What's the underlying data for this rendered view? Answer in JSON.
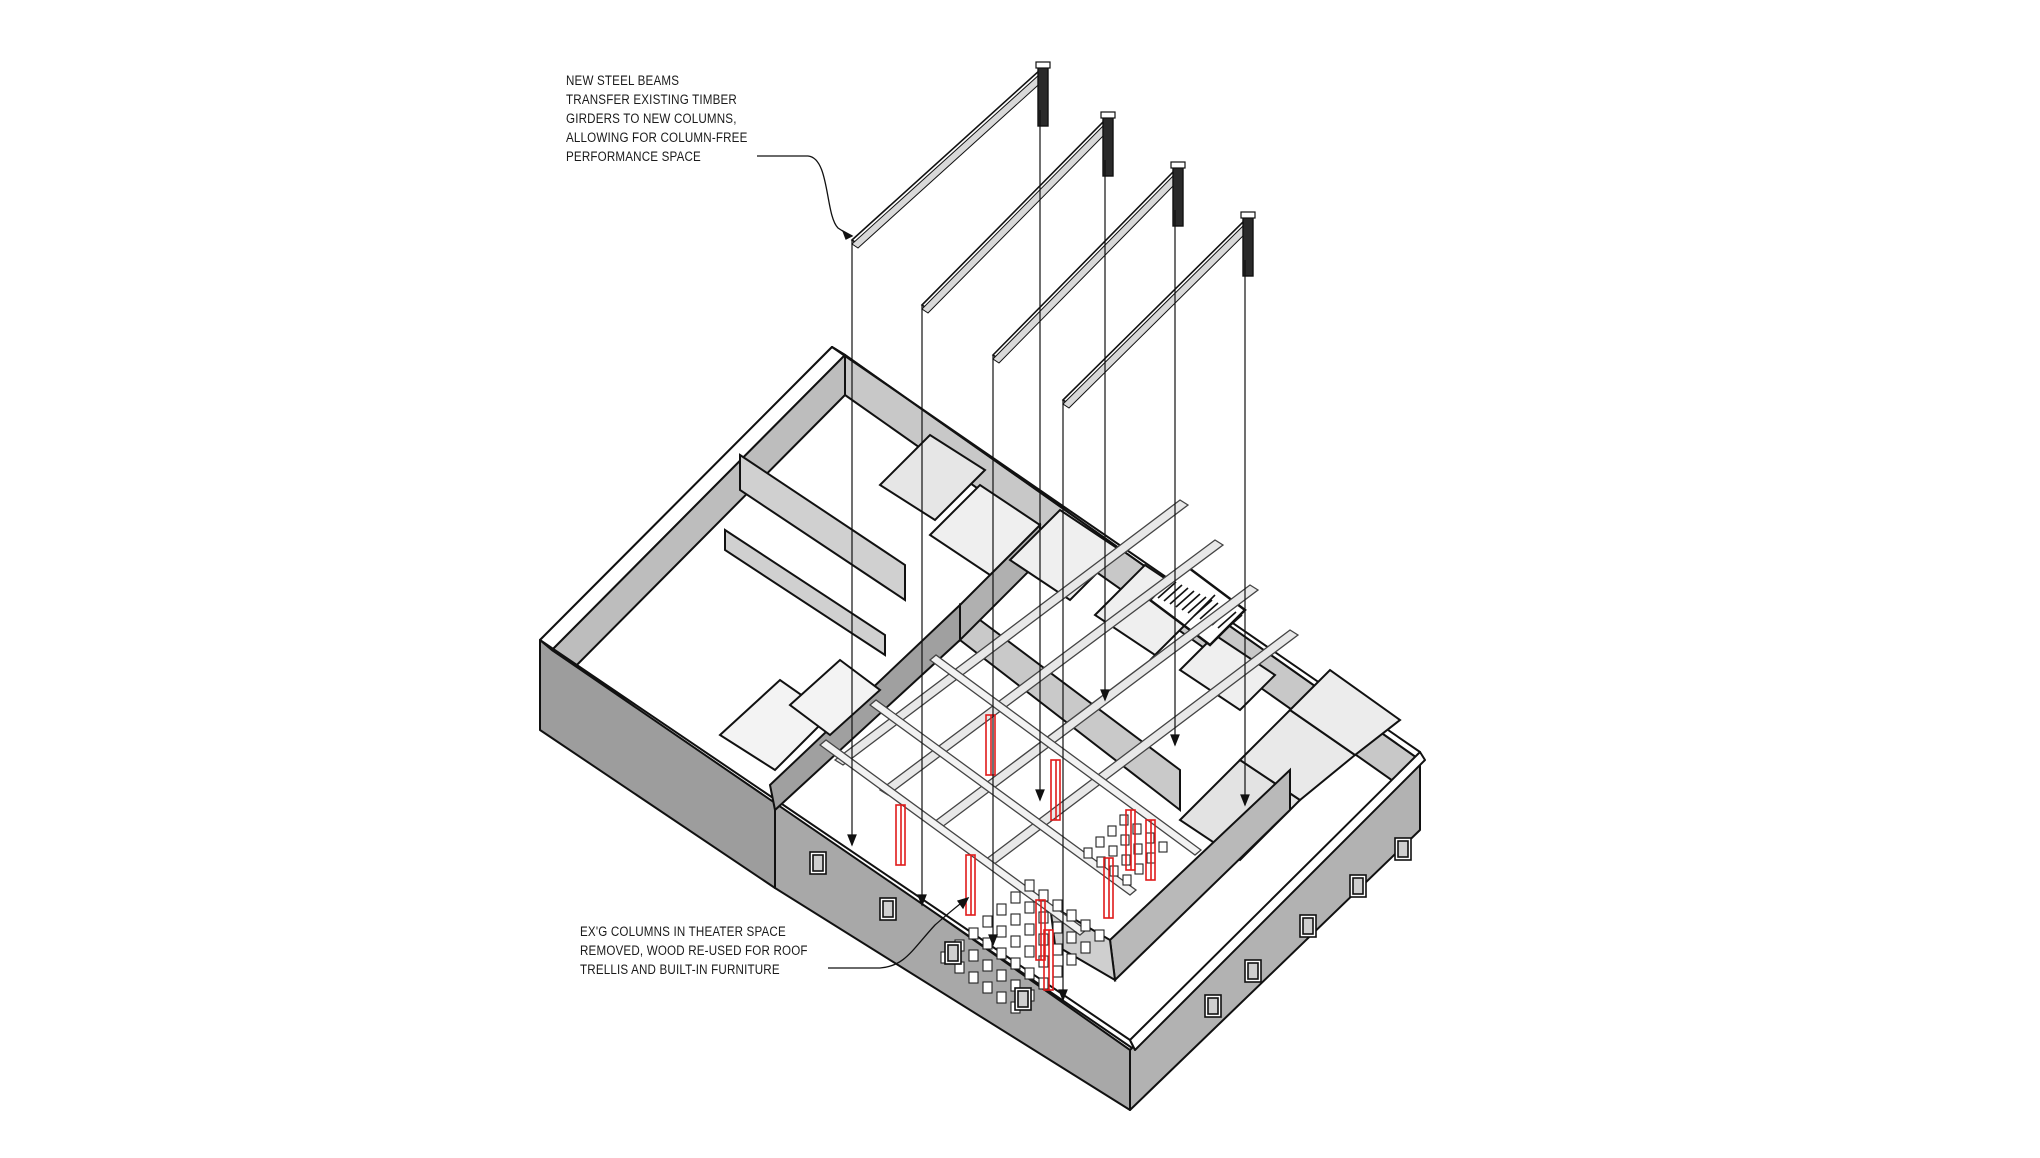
{
  "annotations": {
    "steel_beams": {
      "lines": [
        "NEW STEEL BEAMS",
        "TRANSFER EXISTING TIMBER",
        "GIRDERS TO NEW COLUMNS,",
        "ALLOWING FOR COLUMN-FREE",
        "PERFORMANCE SPACE"
      ]
    },
    "existing_columns": {
      "lines": [
        "EX'G COLUMNS IN THEATER SPACE",
        "REMOVED, WOOD RE-USED FOR ROOF",
        "TRELLIS AND BUILT-IN FURNITURE"
      ]
    }
  },
  "colors": {
    "wall_face": "#9a9a9a",
    "wall_face_light": "#c4c4c4",
    "wall_top": "#ffffff",
    "stroke": "#111111",
    "highlight": "#e01b1b",
    "beam_end": "#2a2a2a"
  },
  "legend": {
    "steel_beam_count": 4,
    "removed_column_count": 9
  }
}
